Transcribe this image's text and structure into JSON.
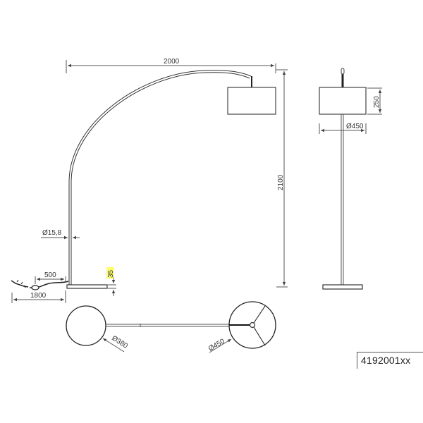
{
  "drawing": {
    "title": "Arc floor lamp technical drawing",
    "product_code": "4192001xx",
    "colors": {
      "line": "#333333",
      "dimension": "#555555",
      "highlight": "#ffff66"
    }
  },
  "side_view": {
    "dimensions": {
      "reach_width": "2000",
      "total_height": "2100",
      "tube_diameter": "Ø15,8",
      "cable_to_switch": "500",
      "cable_length": "1800",
      "base_height": "35"
    }
  },
  "front_view": {
    "dimensions": {
      "shade_height": "250",
      "shade_diameter": "Ø450"
    }
  },
  "top_view": {
    "dimensions": {
      "base_diameter": "Ø380",
      "shade_diameter": "Ø450"
    }
  }
}
